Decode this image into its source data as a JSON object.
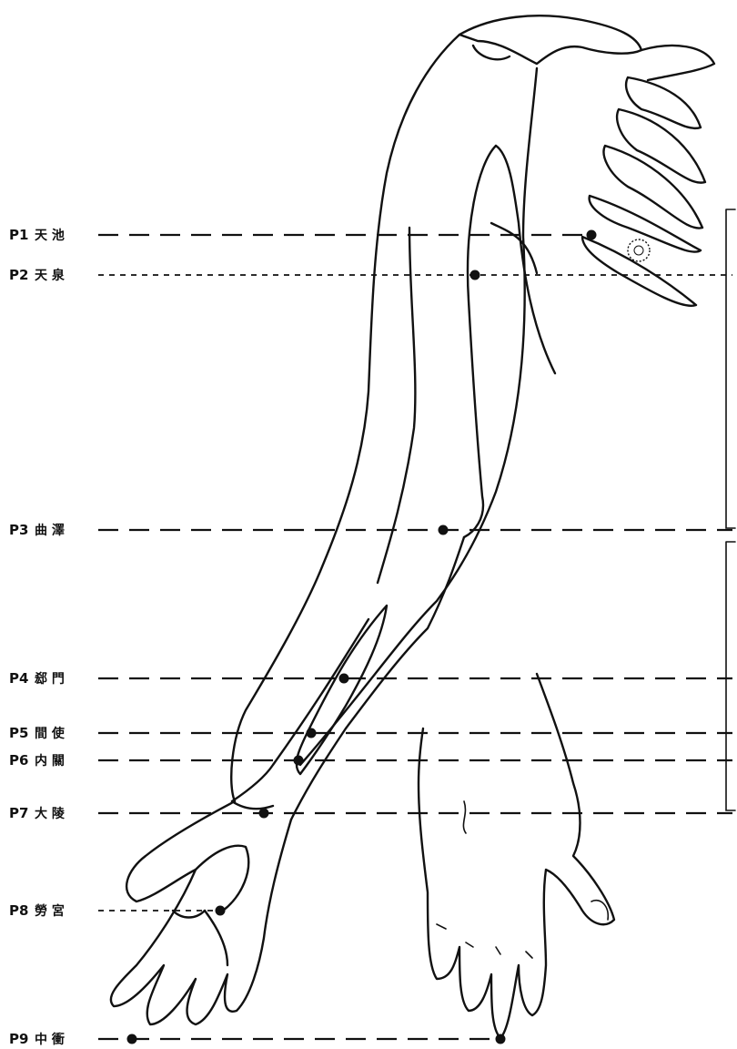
{
  "points": [
    {
      "code": "P1",
      "name": "天 池"
    },
    {
      "code": "P2",
      "name": "天 泉"
    },
    {
      "code": "P3",
      "name": "曲 澤"
    },
    {
      "code": "P4",
      "name": "郄 門"
    },
    {
      "code": "P5",
      "name": "間 使"
    },
    {
      "code": "P6",
      "name": "内 關"
    },
    {
      "code": "P7",
      "name": "大 陵"
    },
    {
      "code": "P8",
      "name": "勞 宮"
    },
    {
      "code": "P9",
      "name": "中 衝"
    }
  ]
}
